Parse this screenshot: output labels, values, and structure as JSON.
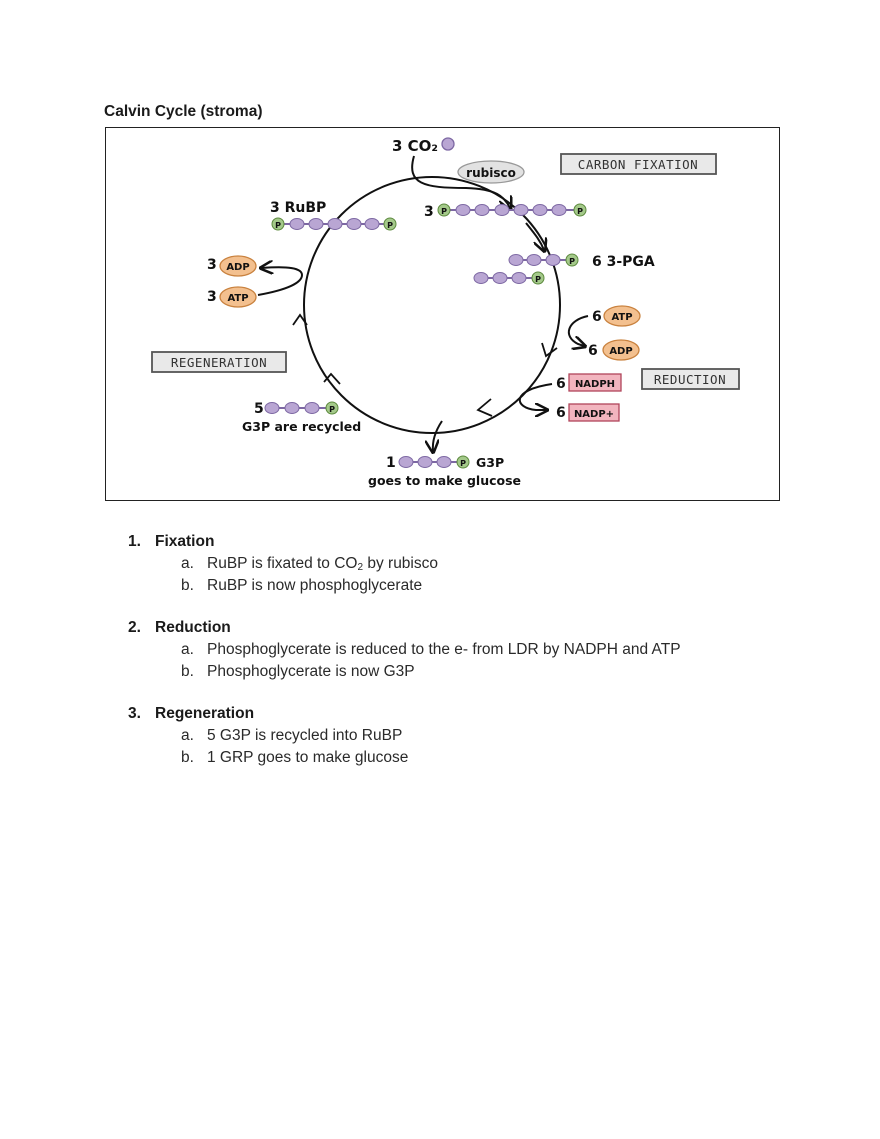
{
  "page_title": "Calvin Cycle (stroma)",
  "diagram": {
    "co2_label": "3 CO₂",
    "enzyme": "rubisco",
    "stages": [
      "CARBON FIXATION",
      "REDUCTION",
      "REGENERATION"
    ],
    "rubp_label": "3 RuBP",
    "fixation_count": "3",
    "pga_label": "6 3-PGA",
    "phosphate": "P",
    "atp_in_count": "6",
    "atp_label": "ATP",
    "adp_out_count": "6",
    "adp_label": "ADP",
    "nadph_count": "6",
    "nadph_label": "NADPH",
    "nadp_count": "6",
    "nadp_label": "NADP+",
    "regen_adp_count": "3",
    "regen_atp_count": "3",
    "g3p_recycled_count": "5",
    "g3p_recycled_text": "G3P are recycled",
    "g3p_out_count": "1",
    "g3p_out_label": "G3P",
    "g3p_out_text": "goes to make glucose"
  },
  "list": [
    {
      "num": "1.",
      "title": "Fixation",
      "subs": [
        {
          "letter": "a.",
          "text_before": "RuBP is fixated to CO",
          "subscript": "2",
          "text_after": " by rubisco"
        },
        {
          "letter": "b.",
          "text_before": "RuBP is now phosphoglycerate"
        }
      ]
    },
    {
      "num": "2.",
      "title": "Reduction",
      "subs": [
        {
          "letter": "a.",
          "text_before": "Phosphoglycerate is reduced to the e- from LDR by NADPH and ATP"
        },
        {
          "letter": "b.",
          "text_before": "Phosphoglycerate is now G3P"
        }
      ]
    },
    {
      "num": "3.",
      "title": "Regeneration",
      "subs": [
        {
          "letter": "a.",
          "text_before": "5 G3P is recycled into RuBP"
        },
        {
          "letter": "b.",
          "text_before": "1 GRP goes to make glucose"
        }
      ]
    }
  ],
  "colors": {
    "carbon": "#b9a6d3",
    "carbon_stroke": "#7d68a3",
    "phosphate": "#a4c98a",
    "phosphate_stroke": "#5d8a3e",
    "energy": "#f3c08f",
    "energy_stroke": "#c9823f",
    "nadph": "#f2b5bf",
    "nadph_stroke": "#b0455a",
    "stage_box": "#e9e9e9"
  }
}
